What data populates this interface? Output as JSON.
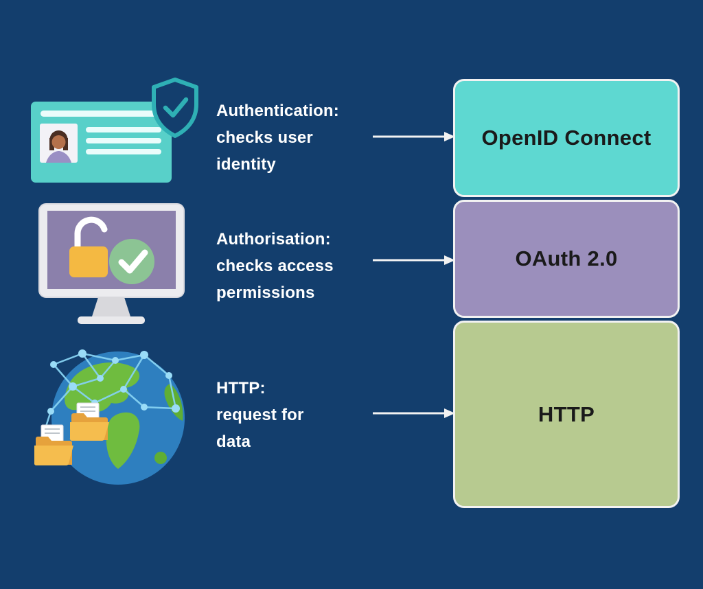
{
  "page": {
    "background_color": "#133e6d",
    "label_text_color": "#ffffff",
    "box_text_color": "#1a1a1a",
    "box_border_color": "#f2f2f2",
    "arrow_color": "#f2f2f2"
  },
  "rows": [
    {
      "icon": "id-card-shield-icon",
      "label": "Authentication:\nchecks user\nidentity",
      "box": {
        "label": "OpenID Connect",
        "color": "#5ed8d1"
      }
    },
    {
      "icon": "monitor-unlock-icon",
      "label": "Authorisation:\nchecks access\npermissions",
      "box": {
        "label": "OAuth 2.0",
        "color": "#9b8fbc"
      }
    },
    {
      "icon": "globe-network-icon",
      "label": "HTTP:\nrequest for\ndata",
      "box": {
        "label": "HTTP",
        "color": "#b7ca90"
      }
    }
  ]
}
